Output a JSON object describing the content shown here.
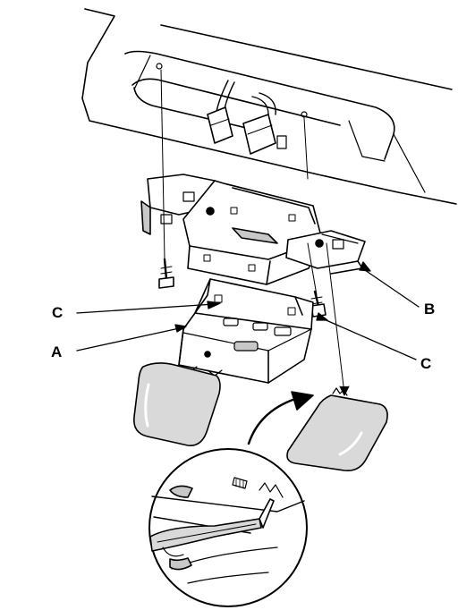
{
  "labels": {
    "c_left": "C",
    "a": "A",
    "b": "B",
    "c_right": "C"
  },
  "components": [
    "roof-panel",
    "wire-harness-connectors",
    "overhead-console-bracket",
    "map-light-housing",
    "map-light-lenses",
    "mounting-bolts",
    "screwdriver-detail"
  ],
  "colors": {
    "ink": "#000000",
    "paper": "#ffffff",
    "shading": "#c8c8c8",
    "lens_fill": "#d9d9d9"
  }
}
